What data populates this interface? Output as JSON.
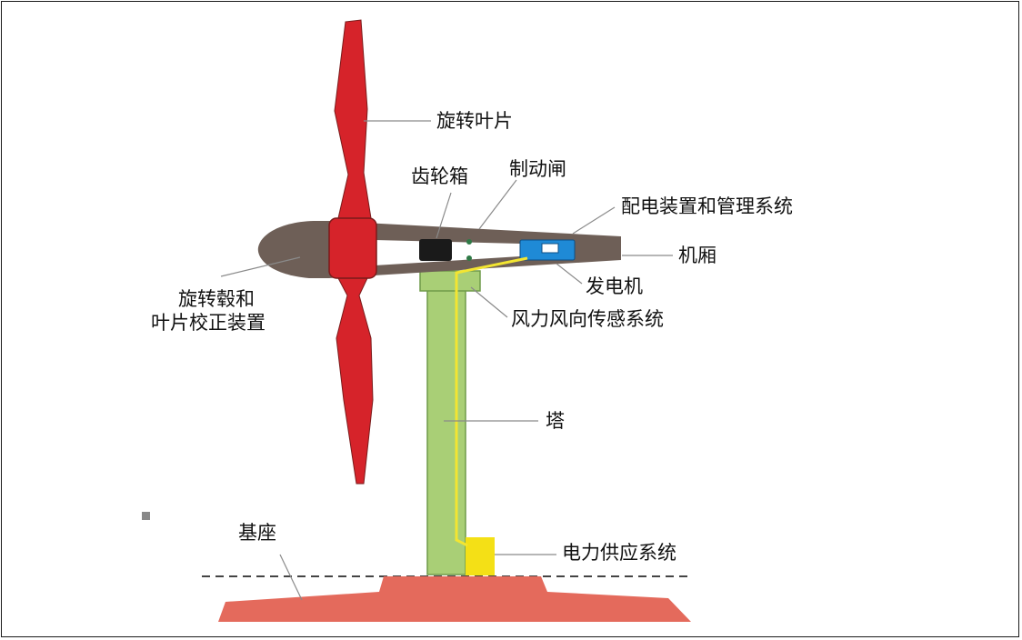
{
  "labels": {
    "blades": "旋转叶片",
    "gearbox": "齿轮箱",
    "brake": "制动闸",
    "control_system": "配电装置和管理系统",
    "nacelle": "机厢",
    "generator": "发电机",
    "hub_line1": "旋转毂和",
    "hub_line2": "叶片校正装置",
    "wind_sensor": "风力风向传感系统",
    "tower": "塔",
    "power_supply": "电力供应系统",
    "base": "基座"
  },
  "colors": {
    "blade": "#d6232a",
    "blade_stroke": "#7a1b1b",
    "nacelle": "#6e5f57",
    "tower": "#a9cf76",
    "tower_stroke": "#6f9a48",
    "cable": "#f3e531",
    "generator": "#1f8ad6",
    "gearbox": "#1a1a1a",
    "power_box": "#f4e016",
    "base": "#e46a5c",
    "leader": "#8a8a8a"
  }
}
